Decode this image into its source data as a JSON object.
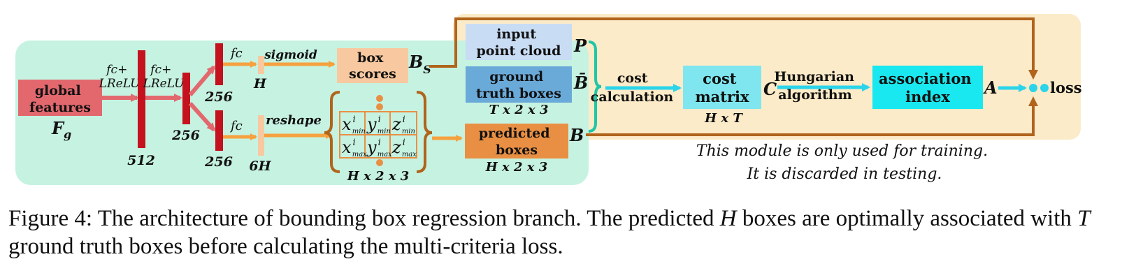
{
  "nodes": {
    "global_features": [
      "global",
      "features"
    ],
    "global_features_symbol": "F",
    "global_features_symbol_sub": "g",
    "fc_lrelu_1": [
      "fc+",
      "LReLU"
    ],
    "fc_lrelu_2": [
      "fc+",
      "LReLU"
    ],
    "dim_512": "512",
    "dim_256_a": "256",
    "dim_256_b": "256",
    "dim_256_c": "256",
    "fc_top": "fc",
    "fc_bottom": "fc",
    "dim_H": "H",
    "dim_6H": "6H",
    "sigmoid": "sigmoid",
    "reshape": "reshape",
    "box_scores": [
      "box",
      "scores"
    ],
    "box_scores_symbol": "B",
    "box_scores_symbol_sub": "S",
    "matrix_cells": [
      {
        "v": "x",
        "sup": "i",
        "sub": "min"
      },
      {
        "v": "y",
        "sup": "i",
        "sub": "min"
      },
      {
        "v": "z",
        "sup": "i",
        "sub": "min"
      },
      {
        "v": "x",
        "sup": "i",
        "sub": "max"
      },
      {
        "v": "y",
        "sup": "i",
        "sub": "max"
      },
      {
        "v": "z",
        "sup": "i",
        "sub": "max"
      }
    ],
    "matrix_dims": "H x 2 x 3",
    "predicted_boxes": [
      "predicted",
      "boxes"
    ],
    "predicted_boxes_symbol": "B",
    "predicted_boxes_dims": "H x 2 x 3",
    "input_point_cloud": [
      "input",
      "point cloud"
    ],
    "input_point_cloud_symbol": "P",
    "gt_boxes": [
      "ground",
      "truth boxes"
    ],
    "gt_boxes_symbol": "B̄",
    "gt_boxes_dims": "T x 2 x 3",
    "cost_calculation": [
      "cost",
      "calculation"
    ],
    "cost_matrix": [
      "cost",
      "matrix"
    ],
    "cost_matrix_symbol": "C",
    "cost_matrix_dims": "H x T",
    "hungarian": [
      "Hungarian",
      "algorithm"
    ],
    "association_index": [
      "association",
      "index"
    ],
    "association_symbol": "A",
    "loss": "loss",
    "note": [
      "This module is only used for training.",
      "It is discarded in testing."
    ]
  },
  "caption": {
    "prefix": "Figure 4: The architecture of bounding box regression branch. The predicted ",
    "var1": "H",
    "mid": " boxes are optimally associated with ",
    "var2": "T",
    "suffix": " ground truth boxes before calculating the multi-criteria loss."
  },
  "colors": {
    "left_panel": "#c6f2e1",
    "right_panel": "#fcebc8",
    "global_features": "#e2686e",
    "dark_red_bar": "#c4121e",
    "light_orange": "#f8c9a0",
    "predicted_boxes": "#e98f43",
    "input_point_cloud": "#c8dcf4",
    "gt_boxes": "#6aaad9",
    "cost_matrix": "#7fe6ef",
    "association_index": "#19e8f0",
    "orange_arrow": "#f6a13f",
    "brown_arrow": "#b0641c",
    "teal_brace": "#20c6a6",
    "cyan_arrow": "#2bd4ea"
  }
}
